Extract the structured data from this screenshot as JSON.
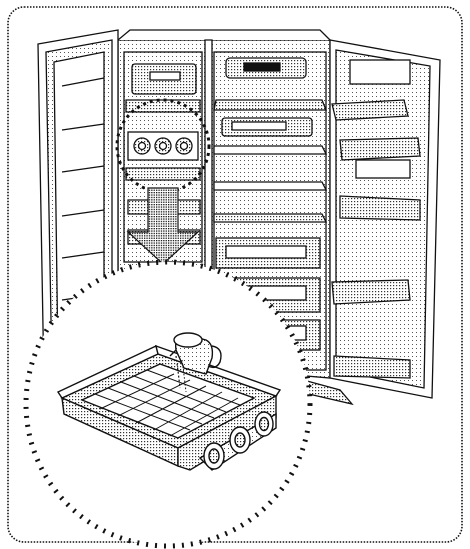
{
  "figure": {
    "subject": "side-by-side-refrigerator-ice-tray-filling",
    "frame": "rounded-dotted-border",
    "detail_callout": "magnified-ice-tray-being-filled-with-water",
    "colors": {
      "line": "#111111",
      "fill": "#ffffff",
      "shade": "#b5b5b5"
    }
  }
}
